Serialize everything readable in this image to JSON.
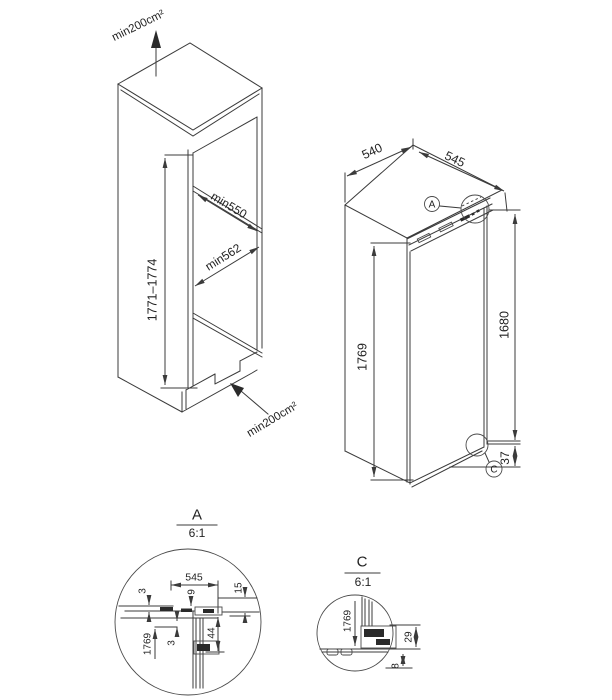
{
  "figure": {
    "kind": "built-in appliance installation drawing",
    "line_color": "#3b3b3b",
    "text_color": "#232323"
  },
  "niche_view": {
    "vent_top_label": "min200cm²",
    "vent_bottom_label": "min200cm²",
    "niche_height": "1771–1774",
    "niche_depth_top": "min550",
    "niche_depth_door": "min562"
  },
  "appliance_view": {
    "dim_depth": "540",
    "dim_width": "545",
    "dim_height": "1769",
    "dim_front_height": "1680",
    "dim_bottom_gap": "37",
    "callout_top": "A",
    "callout_bottom": "C"
  },
  "detail_a": {
    "title": "A",
    "scale": "6:1",
    "dim_width": "545",
    "dim_gap_top": "3",
    "dim_rail_offset": "9",
    "dim_worktop": "15",
    "dim_height": "1769",
    "dim_gap_mid": "3",
    "dim_bracket_depth": "44"
  },
  "detail_c": {
    "title": "C",
    "scale": "6:1",
    "dim_height": "1769",
    "dim_bracket_height": "29",
    "dim_bottom_gap": "8"
  }
}
